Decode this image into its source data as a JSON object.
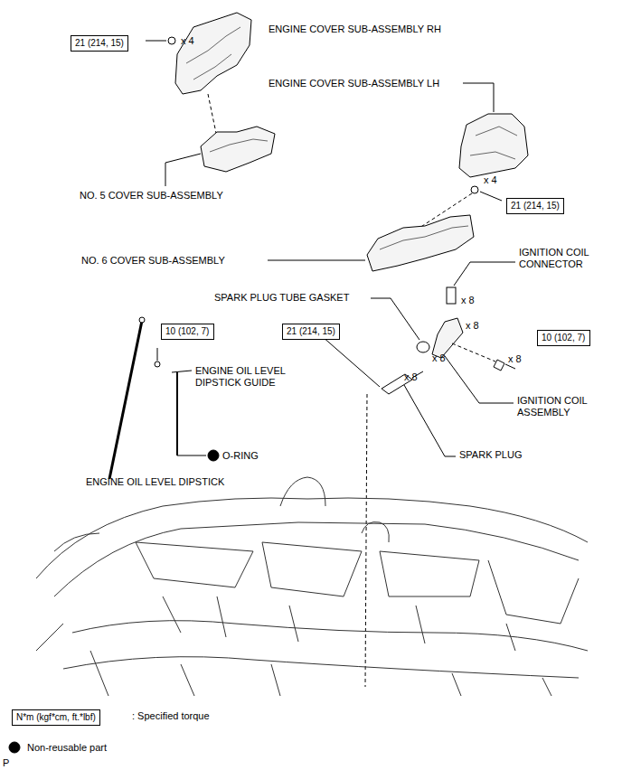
{
  "diagram": {
    "nodes": [
      {
        "text": [
          "21 (214, 15)"
        ]
      },
      {
        "text": [
          "21 (214, 15)"
        ]
      },
      {
        "text": [
          "10 (102, 7)"
        ]
      },
      {
        "text": [
          "21 (214, 15)"
        ]
      },
      {
        "text": [
          "10 (102, 7)"
        ]
      },
      {
        "text": [
          "N*m (kgf*cm, ft.*lbf)"
        ]
      }
    ],
    "labels": [
      "ENGINE COVER SUB-ASSEMBLY RH",
      "x 4",
      "ENGINE COVER SUB-ASSEMBLY LH",
      "NO. 5 COVER SUB-ASSEMBLY",
      "x 4",
      "NO. 6 COVER SUB-ASSEMBLY",
      "IGNITION COIL CONNECTOR",
      "x 8",
      "SPARK PLUG TUBE GASKET",
      "x 8",
      "x 8",
      "x 8",
      "x 8",
      "ENGINE OIL LEVEL DIPSTICK GUIDE",
      "IGNITION COIL ASSEMBLY",
      "O-RING",
      "SPARK PLUG",
      "ENGINE OIL LEVEL DIPSTICK",
      "P"
    ],
    "legend": [
      {
        "text": ": Specified torque"
      },
      {
        "text": "Non-reusable part"
      }
    ]
  }
}
